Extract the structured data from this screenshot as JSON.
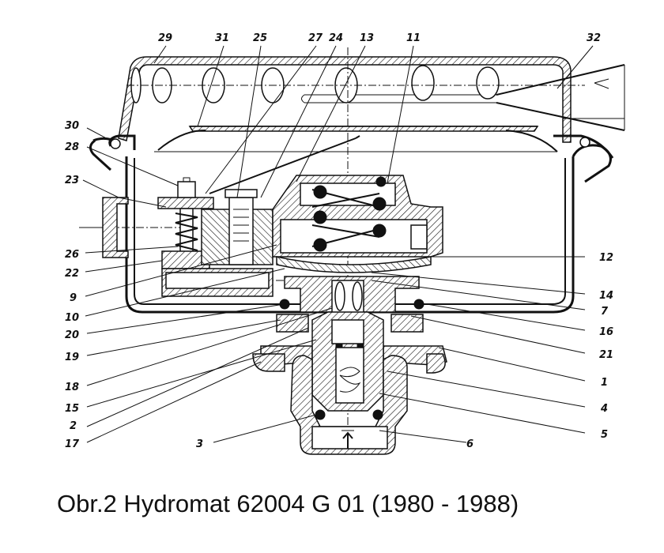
{
  "caption": "Obr.2 Hydromat 62004 G 01 (1980 - 1988)",
  "labels": [
    {
      "id": "l29",
      "text": "29"
    },
    {
      "id": "l31",
      "text": "31"
    },
    {
      "id": "l25",
      "text": "25"
    },
    {
      "id": "l27",
      "text": "27"
    },
    {
      "id": "l24",
      "text": "24"
    },
    {
      "id": "l13",
      "text": "13"
    },
    {
      "id": "l11",
      "text": "11"
    },
    {
      "id": "l32",
      "text": "32"
    },
    {
      "id": "l30",
      "text": "30"
    },
    {
      "id": "l28",
      "text": "28"
    },
    {
      "id": "l23",
      "text": "23"
    },
    {
      "id": "l26",
      "text": "26"
    },
    {
      "id": "l22",
      "text": "22"
    },
    {
      "id": "l9",
      "text": "9"
    },
    {
      "id": "l10",
      "text": "10"
    },
    {
      "id": "l20",
      "text": "20"
    },
    {
      "id": "l19",
      "text": "19"
    },
    {
      "id": "l18",
      "text": "18"
    },
    {
      "id": "l15",
      "text": "15"
    },
    {
      "id": "l2",
      "text": "2"
    },
    {
      "id": "l17",
      "text": "17"
    },
    {
      "id": "l3",
      "text": "3"
    },
    {
      "id": "l6",
      "text": "6"
    },
    {
      "id": "l12",
      "text": "12"
    },
    {
      "id": "l14",
      "text": "14"
    },
    {
      "id": "l7",
      "text": "7"
    },
    {
      "id": "l16",
      "text": "16"
    },
    {
      "id": "l21",
      "text": "21"
    },
    {
      "id": "l1",
      "text": "1"
    },
    {
      "id": "l4",
      "text": "4"
    },
    {
      "id": "l5",
      "text": "5"
    }
  ]
}
